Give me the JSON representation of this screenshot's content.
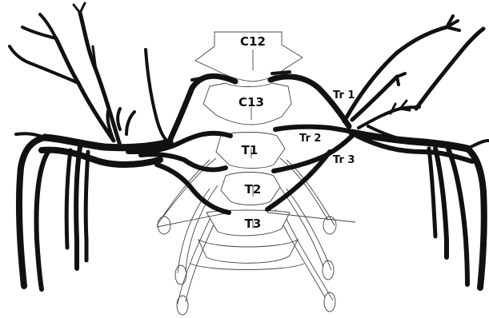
{
  "figure": {
    "vertebra_labels": [
      "C12",
      "C13",
      "T1",
      "T2",
      "T3"
    ],
    "trunk_labels": [
      "Tr 1",
      "Tr 2",
      "Tr 3"
    ]
  },
  "colors": {
    "background": "#ffffff",
    "nerve": "#111111",
    "outline": "#444444"
  }
}
